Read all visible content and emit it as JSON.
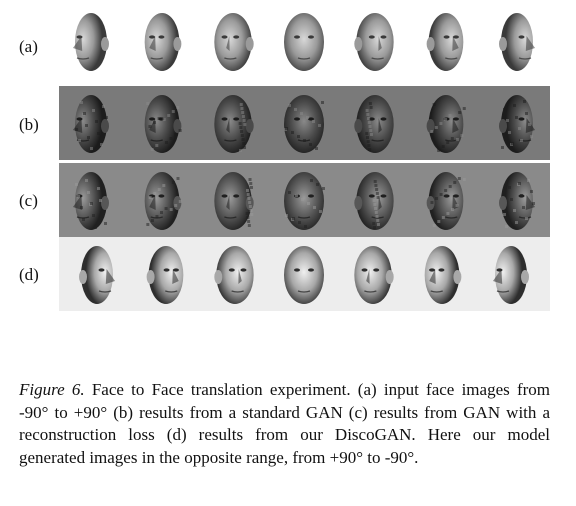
{
  "rows": [
    {
      "label": "(a)"
    },
    {
      "label": "(b)"
    },
    {
      "label": "(c)"
    },
    {
      "label": "(d)"
    }
  ],
  "caption": {
    "figure_label": "Figure 6.",
    "text": "Face to Face translation experiment. (a) input face images from -90° to +90° (b) results from a standard GAN (c) results from GAN with a reconstruction loss (d) results from our DiscoGAN. Here our model generated images in the opposite range, from +90° to -90°."
  }
}
